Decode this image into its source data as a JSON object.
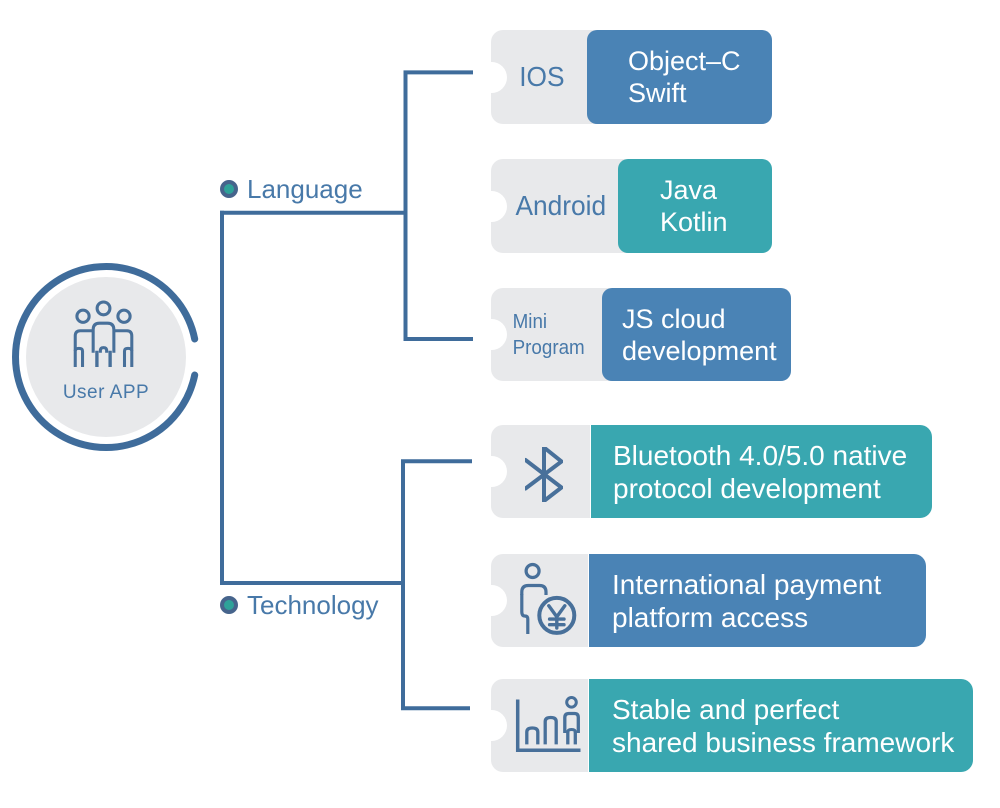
{
  "hub": {
    "label": "User APP",
    "icon": "people-group-icon"
  },
  "branches": [
    {
      "label": "Language"
    },
    {
      "label": "Technology"
    }
  ],
  "cards": [
    {
      "group": "Language",
      "tab_label": "IOS",
      "icon": null,
      "text": "Object–C\nSwift",
      "color": "blue"
    },
    {
      "group": "Language",
      "tab_label": "Android",
      "icon": null,
      "text": "Java\nKotlin",
      "color": "teal"
    },
    {
      "group": "Language",
      "tab_label": "Mini\nProgram",
      "icon": null,
      "text": "JS cloud\ndevelopment",
      "color": "blue"
    },
    {
      "group": "Technology",
      "tab_label": null,
      "icon": "bluetooth-icon",
      "text": "Bluetooth 4.0/5.0 native\nprotocol development",
      "color": "teal"
    },
    {
      "group": "Technology",
      "tab_label": null,
      "icon": "payment-person-icon",
      "text": "International payment\nplatform access",
      "color": "blue"
    },
    {
      "group": "Technology",
      "tab_label": null,
      "icon": "bar-chart-person-icon",
      "text": "Stable and perfect\nshared business framework",
      "color": "teal"
    }
  ],
  "colors": {
    "blue": "#4A83B5",
    "teal": "#39A7B0",
    "gray": "#E8E9EB",
    "line": "#3F6C9B",
    "icon": "#48709A",
    "label": "#4879A9",
    "dot-ring": "#46648C",
    "dot-fill": "#2EA299"
  }
}
